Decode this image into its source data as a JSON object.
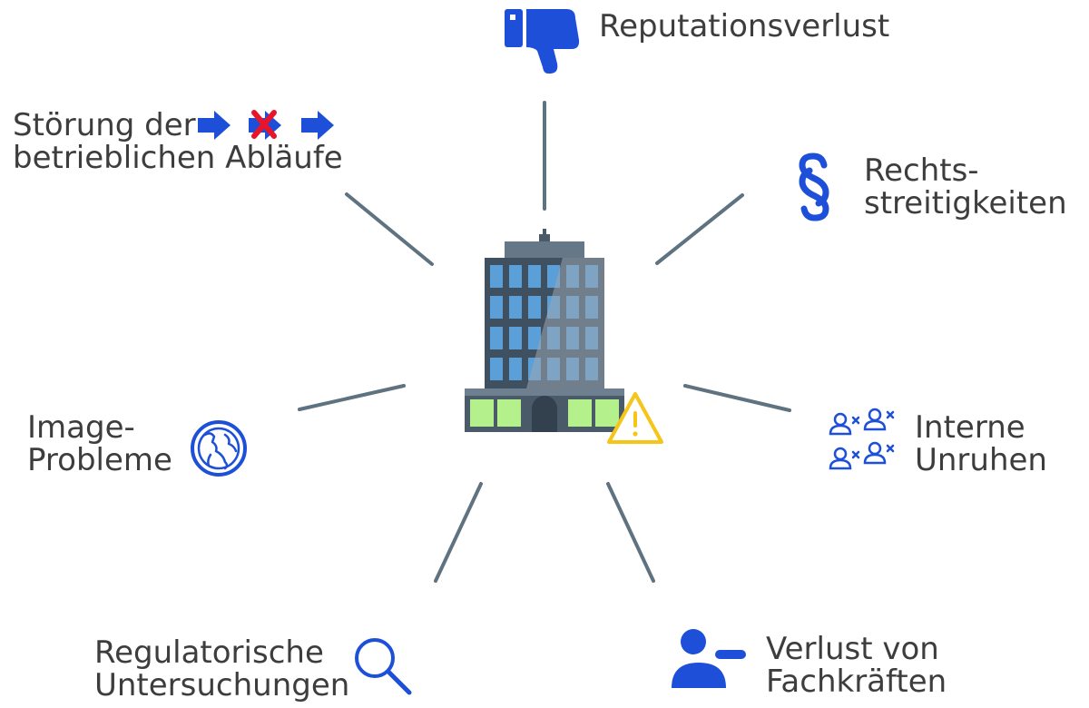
{
  "center": {
    "name": "company-building"
  },
  "colors": {
    "icon_blue": "#1e4fd8",
    "connector": "#5f7280",
    "warning": "#f5c518",
    "cross": "#e8152a",
    "window_green": "#b4f08c"
  },
  "risks": {
    "reputation": {
      "lines": [
        "Reputationsverlust"
      ],
      "icon": "thumbs-down-icon"
    },
    "legal": {
      "lines": [
        "Rechts-",
        "streitigkeiten"
      ],
      "icon": "paragraph-icon"
    },
    "internal": {
      "lines": [
        "Interne",
        "Unruhen"
      ],
      "icon": "people-unrest-icon"
    },
    "talent": {
      "lines": [
        "Verlust von",
        "Fachkräften"
      ],
      "icon": "remove-user-icon"
    },
    "regulatory": {
      "lines": [
        "Regulatorische",
        "Untersuchungen"
      ],
      "icon": "magnifier-icon"
    },
    "image": {
      "lines": [
        "Image-",
        "Probleme"
      ],
      "icon": "globe-icon"
    },
    "operations": {
      "lines": [
        "Störung der",
        "betrieblichen Abläufe"
      ],
      "icon": "broken-flow-icon"
    }
  }
}
